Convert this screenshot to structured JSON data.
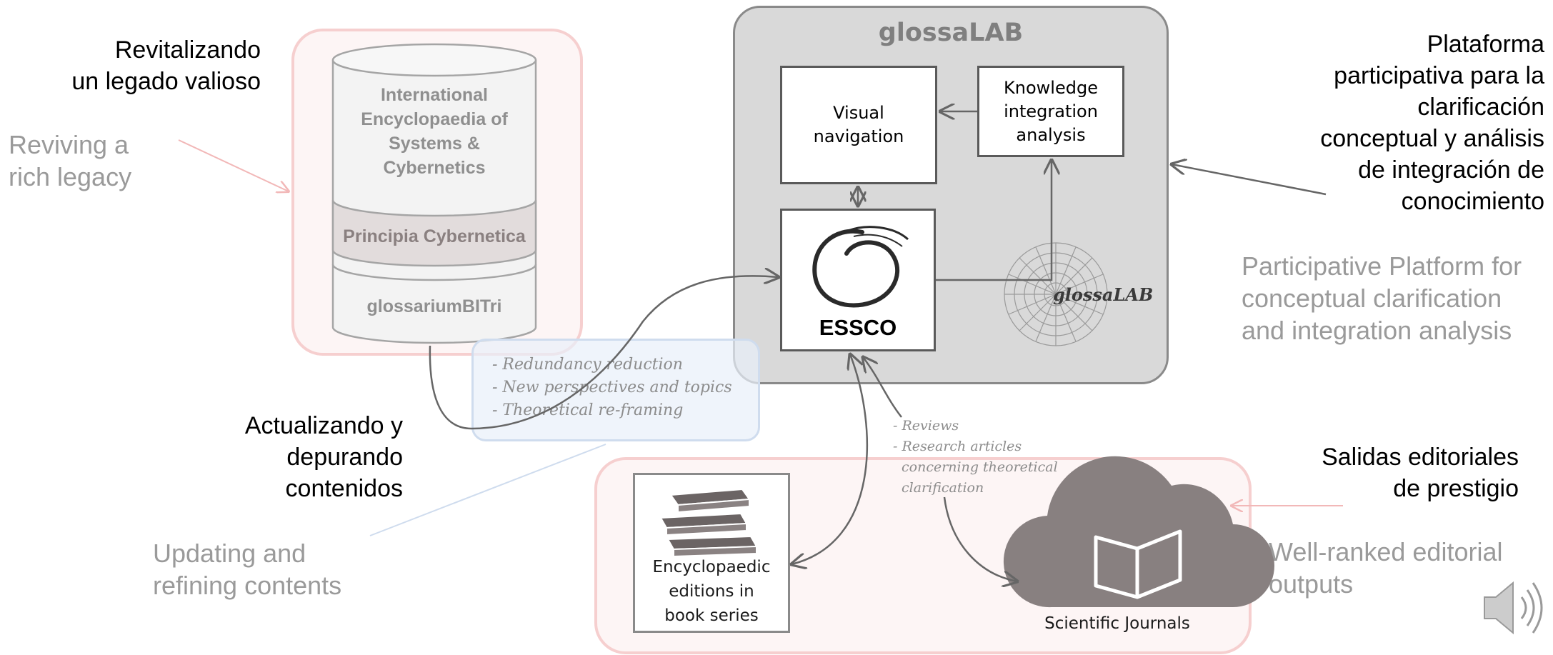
{
  "colors": {
    "pink_border": "#f6cfcf",
    "glossalab_bg": "#d9d9d9",
    "arrow_gray": "#777777",
    "english_text": "#9a9a9a",
    "spanish_text": "#000000"
  },
  "legacy": {
    "label_es": "Revitalizando\nun legado valioso",
    "label_en": "Reviving a\nrich legacy",
    "database_layers": [
      "International\nEncyclopaedia of\nSystems &\nCybernetics",
      "Principia Cybernetica",
      "glossariumBITri"
    ]
  },
  "glossalab": {
    "title": "glossaLAB",
    "visual_navigation": "Visual\nnavigation",
    "knowledge_integration": "Knowledge\nintegration\nanalysis",
    "essco": "ESSCO",
    "logo_text": "glossaLAB"
  },
  "platform": {
    "label_es": "Plataforma\nparticipativa para la\nclarificación\nconceptual y análisis\nde integración de\nconocimiento",
    "label_en": "Participative Platform for\nconceptual clarification\nand integration analysis"
  },
  "updating": {
    "callout_lines": [
      "- Redundancy reduction",
      "- New perspectives and topics",
      "- Theoretical re-framing"
    ],
    "label_es": "Actualizando y\ndepurando\ncontenidos",
    "label_en": "Updating and\nrefining contents"
  },
  "outputs": {
    "notes_lines": [
      "- Reviews",
      "- Research articles",
      "concerning theoretical",
      "clarification"
    ],
    "book_label": "Encyclopaedic\neditions in\nbook series",
    "journals_label": "Scientific Journals",
    "label_es": "Salidas editoriales\nde prestigio",
    "label_en": "Well-ranked editorial\noutputs"
  },
  "audio_icon": "speaker-icon"
}
